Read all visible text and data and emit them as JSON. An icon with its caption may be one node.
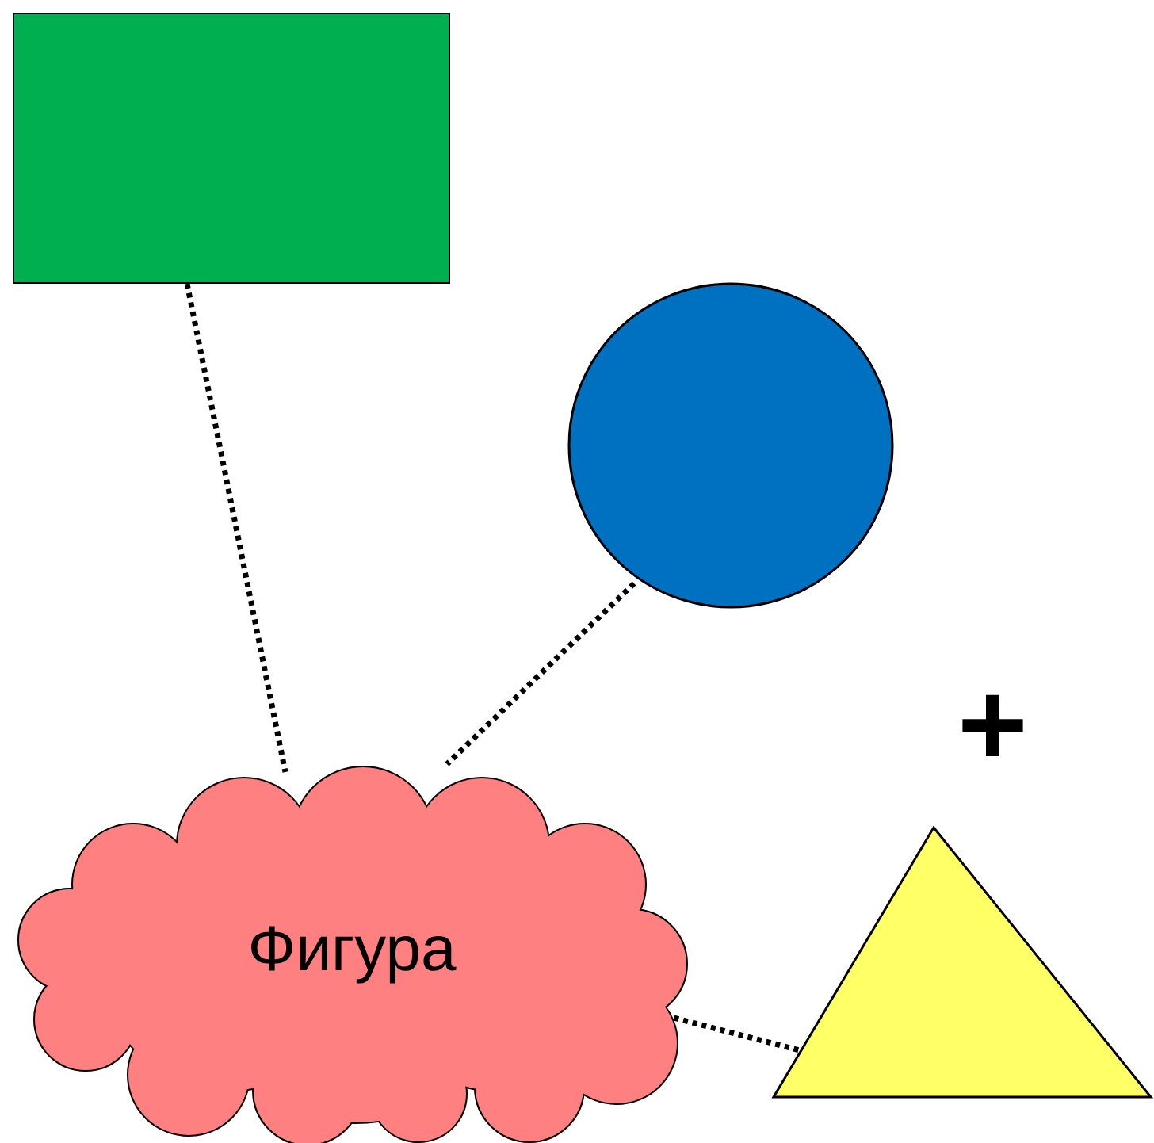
{
  "diagram": {
    "nodes": [
      {
        "text": [],
        "shape": "box"
      },
      {
        "text": [],
        "shape": "circle"
      },
      {
        "text": [
          "Фигура"
        ]
      },
      {
        "text": [],
        "shape": "triangle"
      }
    ],
    "edges": [
      {
        "from": 0,
        "to": 2,
        "arrow": "none",
        "style": "dashed"
      },
      {
        "from": 1,
        "to": 2,
        "arrow": "none",
        "style": "dashed"
      },
      {
        "from": 2,
        "to": 3,
        "arrow": "none",
        "style": "dashed"
      }
    ],
    "labels": [
      "+"
    ]
  }
}
